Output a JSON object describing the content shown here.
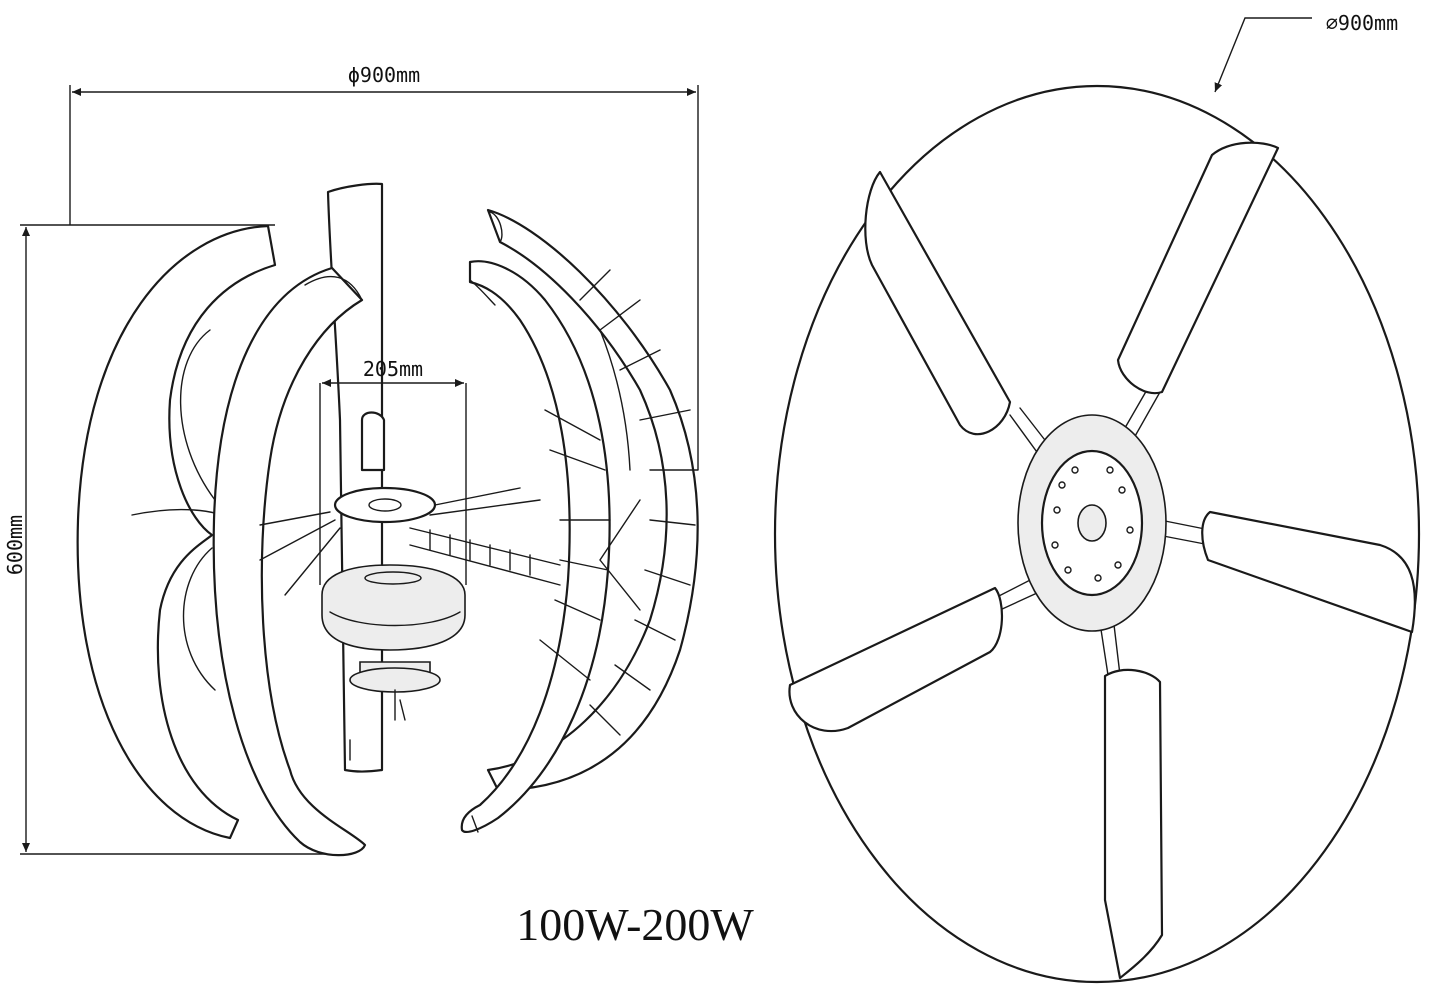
{
  "front_view": {
    "diameter_label": "ϕ900mm",
    "height_label": "600mm",
    "hub_width_label": "205mm",
    "power_range_label": "100W-200W"
  },
  "top_view": {
    "diameter_label": "⌀900mm"
  },
  "colors": {
    "line": "#1a1a1a",
    "background": "#ffffff",
    "hub_shade": "#ededed"
  }
}
